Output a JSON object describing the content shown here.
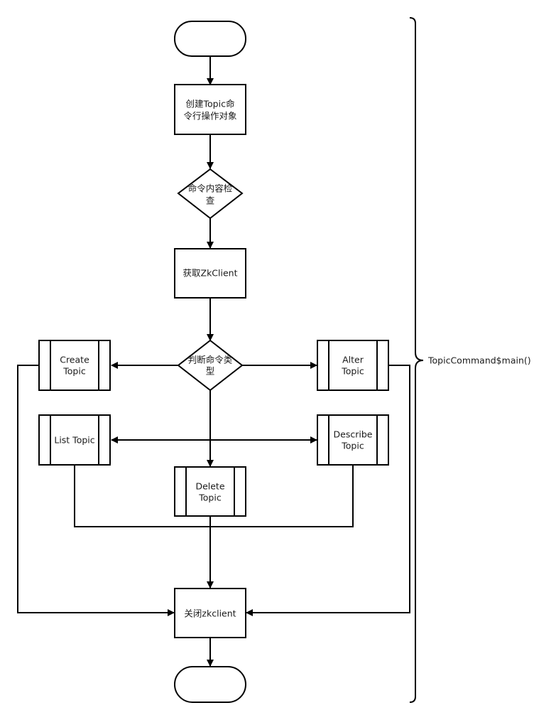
{
  "diagram": {
    "nodes": {
      "create_cmd": {
        "line1": "创建Topic命",
        "line2": "令行操作对象"
      },
      "check_cmd": {
        "line1": "命令内容检",
        "line2": "查"
      },
      "get_zk": {
        "text": "获取ZkClient"
      },
      "judge_type": {
        "line1": "判断命令类",
        "line2": "型"
      },
      "create_topic": {
        "line1": "Create",
        "line2": "Topic"
      },
      "alter_topic": {
        "line1": "Alter",
        "line2": "Topic"
      },
      "list_topic": {
        "text": "List Topic"
      },
      "describe_topic": {
        "line1": "Describe",
        "line2": "Topic"
      },
      "delete_topic": {
        "line1": "Delete",
        "line2": "Topic"
      },
      "close_zk": {
        "text": "关闭zkclient"
      }
    },
    "scope_label": "TopicCommand$main()"
  }
}
